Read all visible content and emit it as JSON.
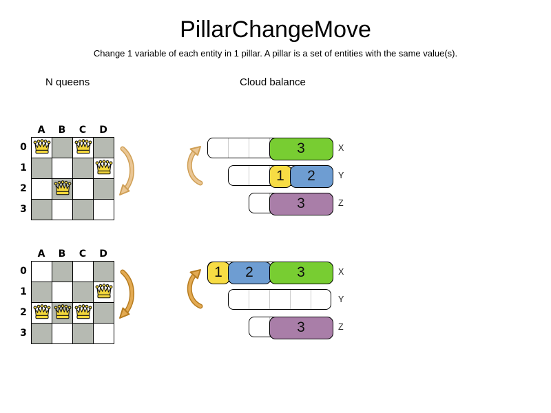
{
  "page": {
    "title": "PillarChangeMove",
    "subtitle": "Change 1 variable of each entity in 1 pillar. A pillar is a set of entities with the same value(s)."
  },
  "sections": [
    {
      "label": "N queens"
    },
    {
      "label": "Cloud balance"
    }
  ],
  "colors": {
    "board_gray": "#b6bab2",
    "queen_yellow": "#f2d63b",
    "green": "#78cd32",
    "yellow": "#f7dc44",
    "blue": "#6e9dd2",
    "purple": "#a97ea8",
    "arrow_before_fill": "#eac694",
    "arrow_before_edge": "#cf9f55",
    "arrow_after_fill": "#e3aa52",
    "arrow_after_edge": "#b67c20"
  },
  "nqueens": {
    "boards": [
      {
        "name": "before",
        "col_labels": [
          "A",
          "B",
          "C",
          "D"
        ],
        "row_labels": [
          "0",
          "1",
          "2",
          "3"
        ],
        "queens": [
          {
            "row": 0,
            "col": "A"
          },
          {
            "row": 0,
            "col": "C"
          },
          {
            "row": 1,
            "col": "D"
          },
          {
            "row": 2,
            "col": "B"
          }
        ]
      },
      {
        "name": "after",
        "col_labels": [
          "A",
          "B",
          "C",
          "D"
        ],
        "row_labels": [
          "0",
          "1",
          "2",
          "3"
        ],
        "queens": [
          {
            "row": 1,
            "col": "D"
          },
          {
            "row": 2,
            "col": "A"
          },
          {
            "row": 2,
            "col": "B"
          },
          {
            "row": 2,
            "col": "C"
          }
        ]
      }
    ]
  },
  "cloudbalance": {
    "diagrams": [
      {
        "name": "before",
        "computers": [
          {
            "label": "X",
            "capacity": 6,
            "empty_cells": 3,
            "processes": [
              {
                "value": "3",
                "size": 3,
                "color": "green"
              }
            ]
          },
          {
            "label": "Y",
            "capacity": 5,
            "empty_cells": 2,
            "processes": [
              {
                "value": "1",
                "size": 1,
                "color": "yellow"
              },
              {
                "value": "2",
                "size": 2,
                "color": "blue"
              }
            ]
          },
          {
            "label": "Z",
            "capacity": 4,
            "empty_cells": 1,
            "processes": [
              {
                "value": "3",
                "size": 3,
                "color": "purple"
              }
            ]
          }
        ]
      },
      {
        "name": "after",
        "computers": [
          {
            "label": "X",
            "capacity": 6,
            "empty_cells": 0,
            "processes": [
              {
                "value": "1",
                "size": 1,
                "color": "yellow"
              },
              {
                "value": "2",
                "size": 2,
                "color": "blue"
              },
              {
                "value": "3",
                "size": 3,
                "color": "green"
              }
            ]
          },
          {
            "label": "Y",
            "capacity": 5,
            "empty_cells": 5,
            "processes": []
          },
          {
            "label": "Z",
            "capacity": 4,
            "empty_cells": 1,
            "processes": [
              {
                "value": "3",
                "size": 3,
                "color": "purple"
              }
            ]
          }
        ]
      }
    ]
  }
}
